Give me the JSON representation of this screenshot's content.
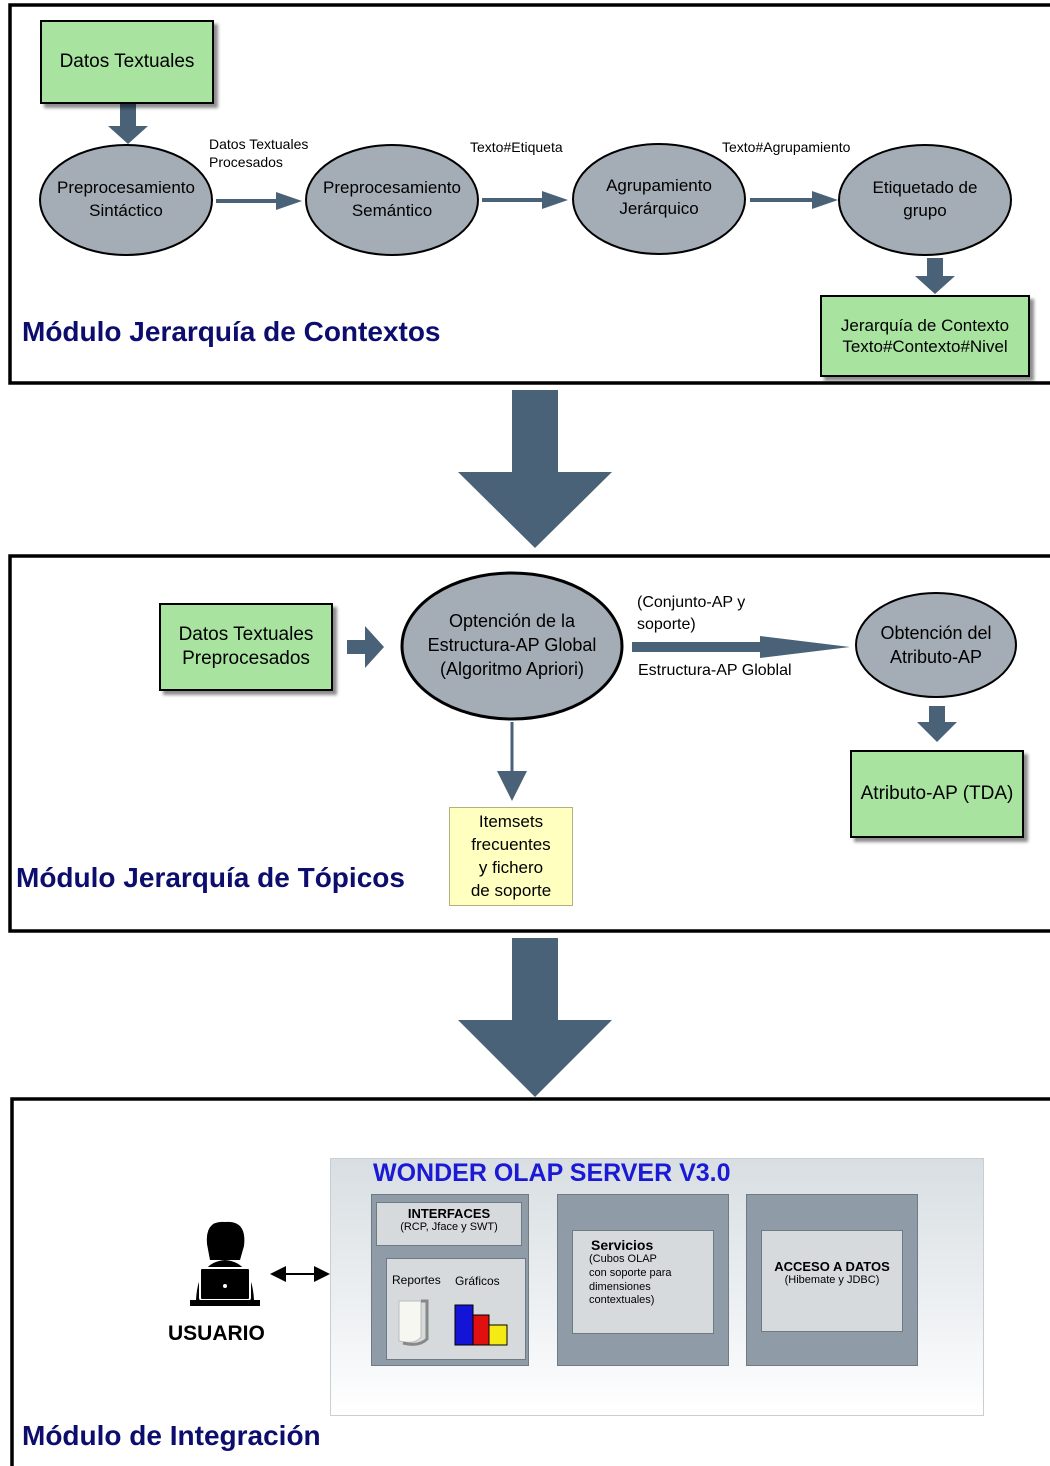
{
  "module1": {
    "title": "Módulo Jerarquía de Contextos",
    "input_box": "Datos Textuales",
    "nodes": {
      "sintactico": "Preprocesamiento\nSintáctico",
      "semantico": "Preprocesamiento\nSemántico",
      "agrupamiento": "Agrupamiento\nJerárquico",
      "etiquetado": "Etiquetado de\ngrupo"
    },
    "edge_labels": {
      "procesados": "Datos Textuales\nProcesados",
      "etiqueta": "Texto#Etiqueta",
      "agrupamiento": "Texto#Agrupamiento"
    },
    "output_box": {
      "line1": "Jerarquía de Contexto",
      "line2": "Texto#Contexto#Nivel"
    }
  },
  "module2": {
    "title": "Módulo Jerarquía de Tópicos",
    "input_box": {
      "line1": "Datos Textuales",
      "line2": "Preprocesados"
    },
    "nodes": {
      "optencion": "Optención de la\nEstructura-AP Global\n(Algoritmo Apriori)",
      "obtencion": "Obtención del\nAtributo-AP"
    },
    "edge_labels": {
      "conjunto": "(Conjunto-AP y\nsoporte)",
      "estructura": "Estructura-AP Globlal"
    },
    "itemsets": "Itemsets\nfrecuentes\ny fichero\nde soporte",
    "output_box": "Atributo-AP (TDA)"
  },
  "module3": {
    "title": "Módulo de Integración",
    "user_label": "USUARIO",
    "server_title": "WONDER OLAP SERVER V3.0",
    "interfaces": {
      "title": "INTERFACES",
      "sub": "(RCP, Jface y SWT)"
    },
    "reportes": "Reportes",
    "graficos": "Gráficos",
    "servicios": {
      "title": "Servicios",
      "sub": "(Cubos OLAP\ncon soporte para\ndimensiones\ncontextuales)"
    },
    "acceso": {
      "title": "ACCESO A DATOS",
      "sub": "(Hibemate y JDBC)"
    }
  },
  "colors": {
    "green": "#a8e3a0",
    "ellipse": "#a4adb5",
    "arrow": "#4a6278",
    "title": "#0d0d6e",
    "server_title": "#1a1ad6",
    "yellow": "#ffffc0"
  },
  "icons": [
    "user-laptop-icon",
    "report-page-icon",
    "bar-graph-icon",
    "double-arrow-icon"
  ]
}
